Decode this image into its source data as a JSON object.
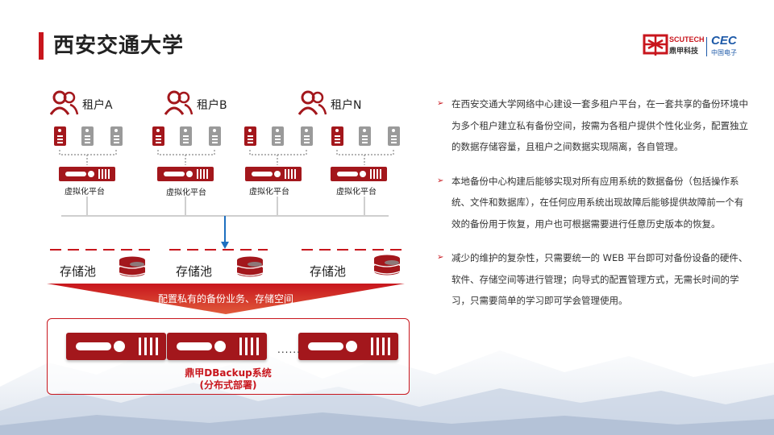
{
  "header": {
    "title": "西安交通大学"
  },
  "logo": {
    "scutech": "SCUTECH",
    "dingjia": "鼎甲科技",
    "cec": "CEC",
    "cec_sub": "中国电子"
  },
  "diagram": {
    "tenants": [
      {
        "label": "租户A"
      },
      {
        "label": "租户B"
      },
      {
        "label": "租户N"
      }
    ],
    "virtualization_label": "虚拟化平台",
    "pool_label": "存储池",
    "funnel_label": "配置私有的备份业务、存储空间",
    "ellipsis": "......",
    "system_name": "鼎甲DBackup系统",
    "system_sub": "(分布式部署)"
  },
  "bullets": [
    "在西安交通大学网络中心建设一套多租户平台，在一套共享的备份环境中为多个租户建立私有备份空间，按需为各租户提供个性化业务，配置独立的数据存储容量，且租户之间数据实现隔离，各自管理。",
    "本地备份中心构建后能够实现对所有应用系统的数据备份（包括操作系统、文件和数据库），在任何应用系统出现故障后能够提供故障前一个有效的备份用于恢复，用户也可根据需要进行任意历史版本的恢复。",
    "减少的维护的复杂性，只需要统一的  WEB 平台即可对备份设备的硬件、软件、存储空间等进行管理；向导式的配置管理方式，无需长时间的学习，只需要简单的学习即可学会管理使用。"
  ],
  "colors": {
    "accent": "#c8161d",
    "server_red": "#a3171c",
    "server_gray": "#9a9a9a",
    "cec_blue": "#1e5aa8",
    "arrow_blue": "#1e6fc0"
  }
}
